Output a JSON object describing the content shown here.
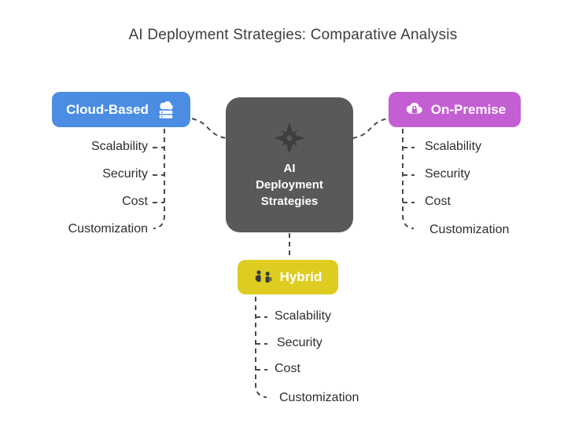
{
  "title": "AI Deployment Strategies: Comparative Analysis",
  "center": {
    "label": "AI\nDeployment\nStrategies",
    "icon": "compass-sparkle-icon",
    "color": "#595959"
  },
  "branches": [
    {
      "id": "cloud-based",
      "label": "Cloud-Based",
      "color": "#4a8de2",
      "icon": "cloud-server-icon",
      "items": [
        "Scalability",
        "Security",
        "Cost",
        "Customization"
      ]
    },
    {
      "id": "on-premise",
      "label": "On-Premise",
      "color": "#c45fd3",
      "icon": "cloud-lock-icon",
      "items": [
        "Scalability",
        "Security",
        "Cost",
        "Customization"
      ]
    },
    {
      "id": "hybrid",
      "label": "Hybrid",
      "color": "#decd20",
      "icon": "hybrid-figures-icon",
      "items": [
        "Scalability",
        "Security",
        "Cost",
        "Customization"
      ]
    }
  ],
  "colors": {
    "connector": "#4a4a4a",
    "item_text": "#2e2e2e",
    "title_text": "#3d3d3d"
  }
}
